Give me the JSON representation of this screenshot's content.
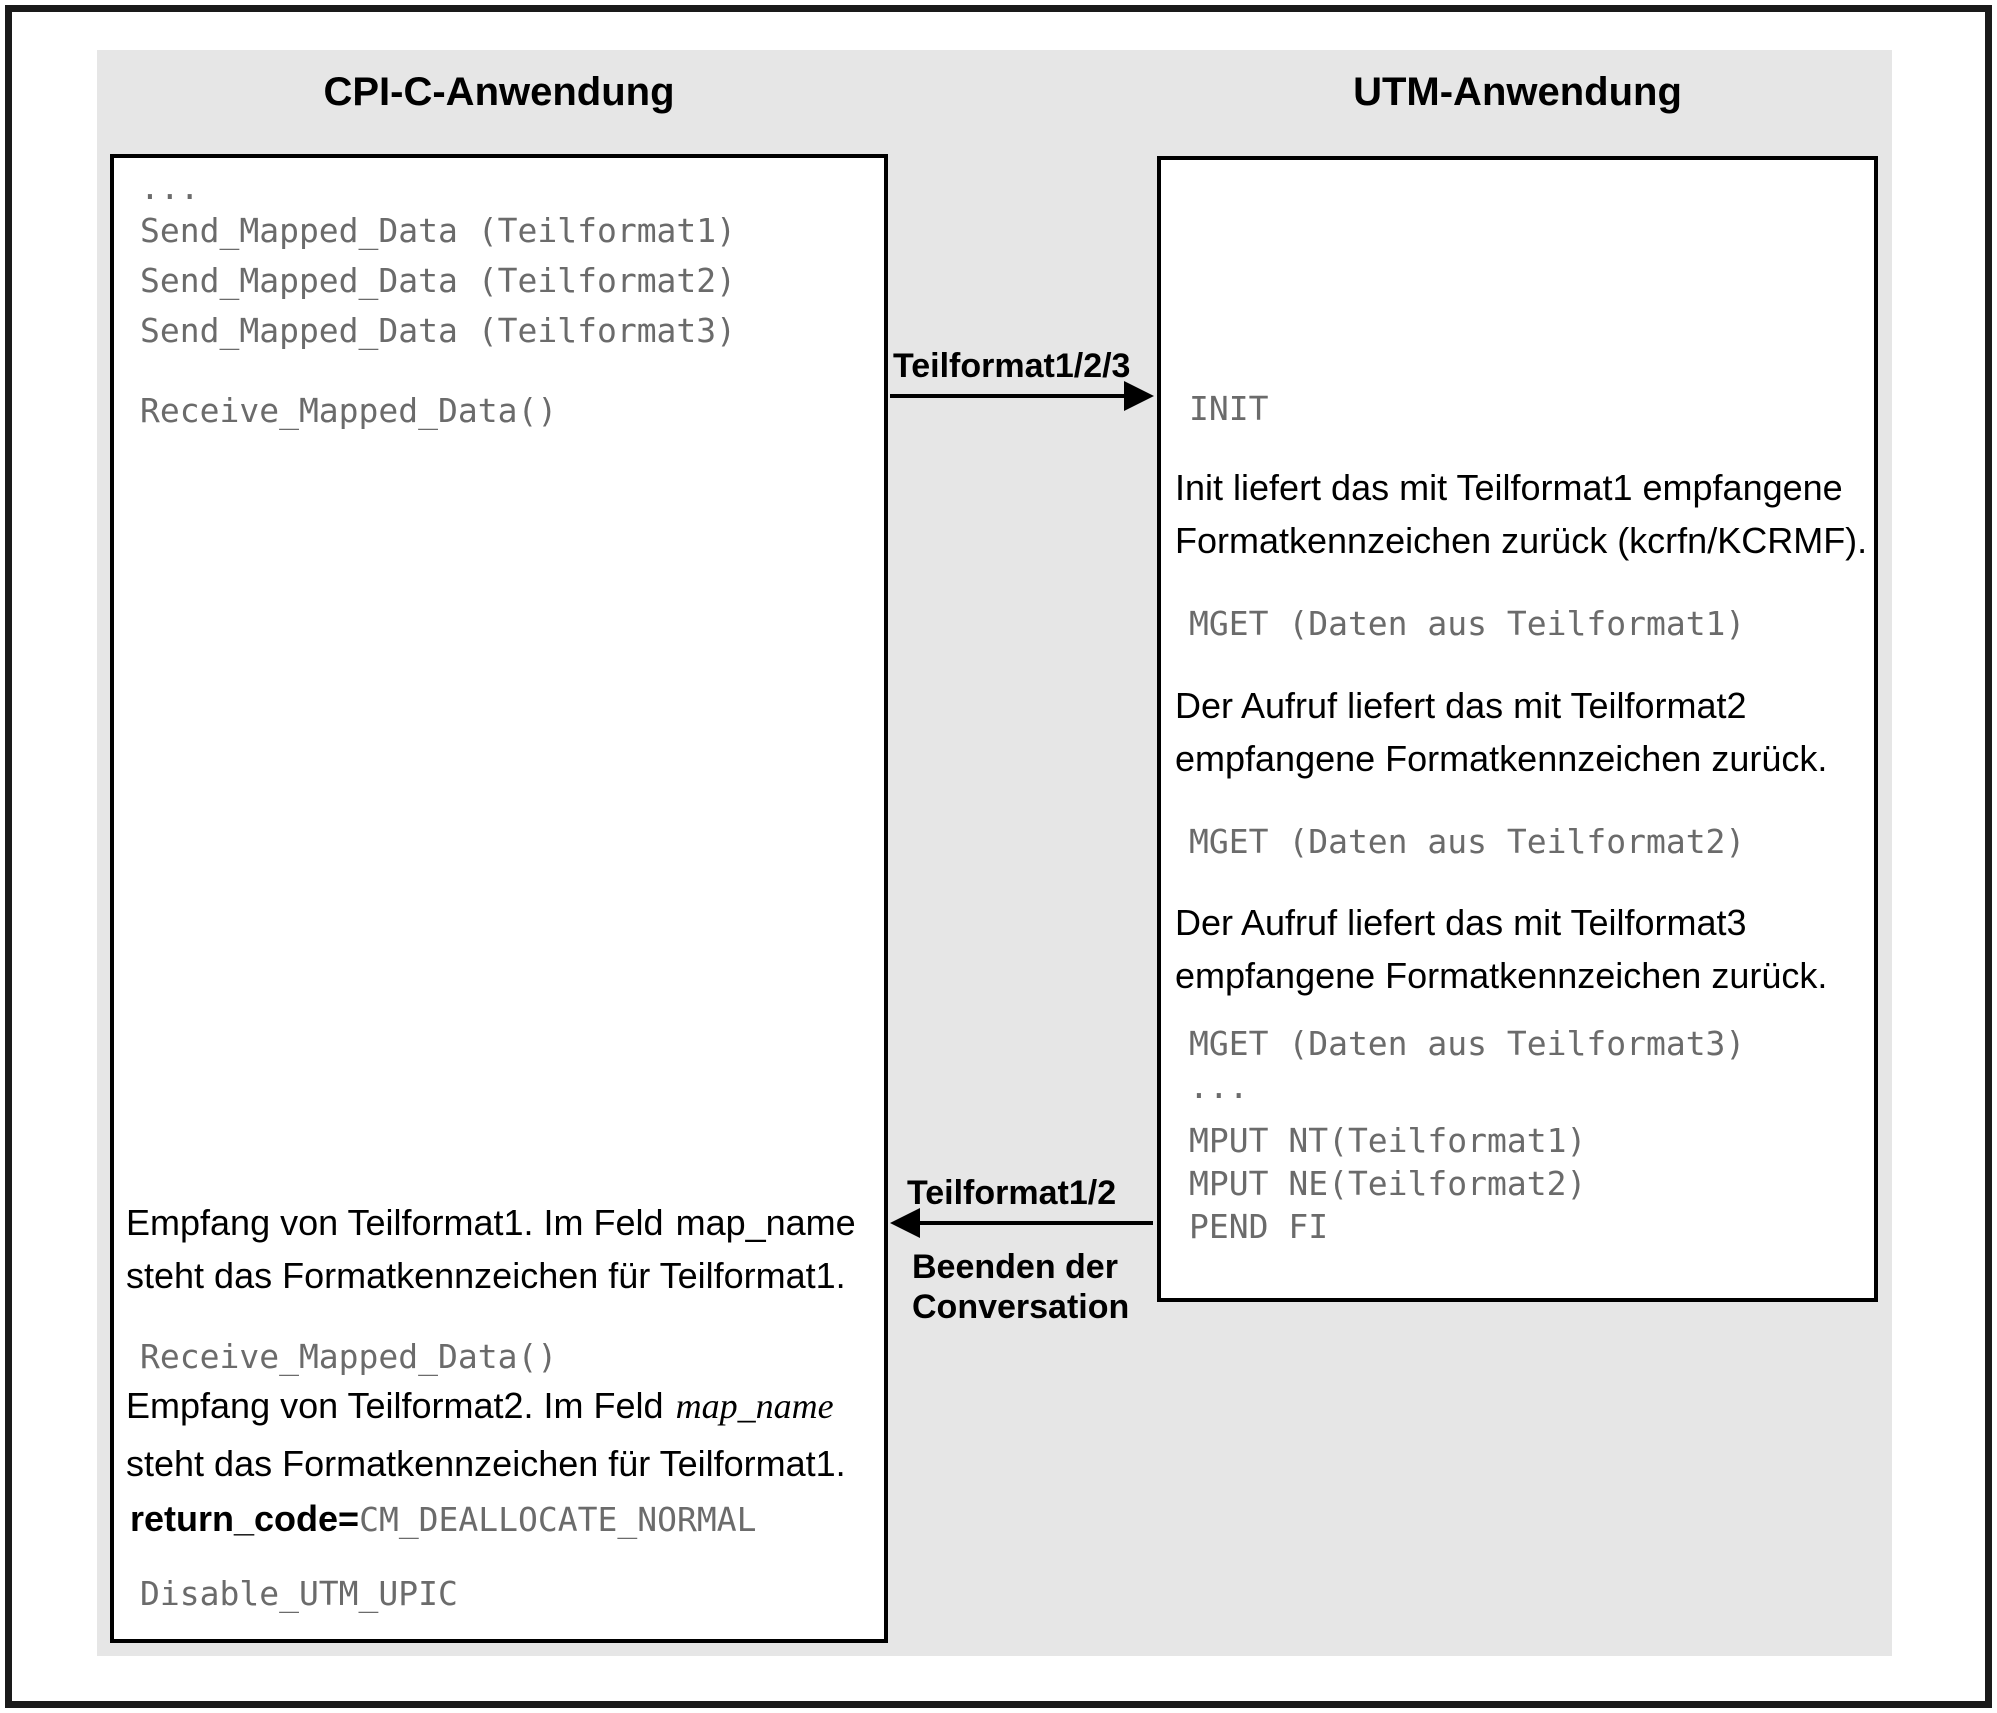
{
  "titles": {
    "left": "CPI-C-Anwendung",
    "right": "UTM-Anwendung"
  },
  "cpic_box": {
    "code_top": [
      "...",
      "Send_Mapped_Data (Teilformat1)",
      "Send_Mapped_Data (Teilformat2)",
      "Send_Mapped_Data (Teilformat3)"
    ],
    "receive1": "Receive_Mapped_Data()",
    "para1_line1_text": "Empfang von Teilformat1. Im Feld",
    "para1_line1_field": "map_name",
    "para1_line2": "steht das Formatkennzeichen für Teilformat1.",
    "receive2": "Receive_Mapped_Data()",
    "para2_line1_text": "Empfang von Teilformat2. Im Feld",
    "para2_line1_field": "map_name",
    "para2_line2": "steht das Formatkennzeichen für Teilformat1.",
    "return_label": "return_code=",
    "return_value": "CM_DEALLOCATE_NORMAL",
    "disable": "Disable_UTM_UPIC"
  },
  "utm_box": {
    "init": "INIT",
    "para1_line1": "Init liefert das mit Teilformat1 empfangene",
    "para1_line2": "Formatkennzeichen zurück (kcrfn/KCRMF).",
    "mget1": "MGET (Daten aus Teilformat1)",
    "para2_line1": "Der Aufruf liefert das mit Teilformat2",
    "para2_line2": "empfangene Formatkennzeichen zurück.",
    "mget2": "MGET (Daten aus Teilformat2)",
    "para3_line1": "Der Aufruf liefert das mit Teilformat3",
    "para3_line2": "empfangene Formatkennzeichen zurück.",
    "mget3": "MGET (Daten aus Teilformat3)",
    "dots": "...",
    "mput1": "MPUT NT(Teilformat1)",
    "mput2": "MPUT NE(Teilformat2)",
    "pend": "PEND FI"
  },
  "arrows": {
    "to_utm_label": "Teilformat1/2/3",
    "to_cpic_label": "Teilformat1/2",
    "to_cpic_sub_line1": "Beenden der",
    "to_cpic_sub_line2": "Conversation"
  },
  "colors": {
    "panel_bg": "#e6e6e6",
    "code_gray": "#6b6b6b",
    "text_black": "#000000"
  }
}
